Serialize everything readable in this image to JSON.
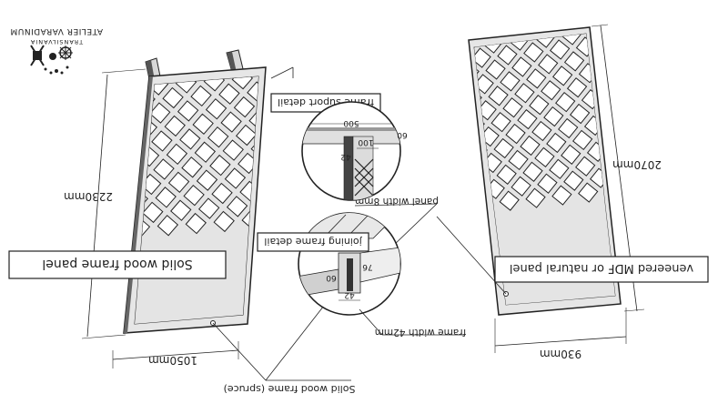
{
  "logo": {
    "name": "ATELIER VARADINUM",
    "subtitle": "TRANSILVANIA"
  },
  "left_panel": {
    "label": "Solid wood frame panel",
    "height_dim": "2230mm",
    "width_dim": "1050mm",
    "frame_callout": "Solid wood frame (spruce)"
  },
  "right_panel": {
    "label": "veneered MDF or natural panel",
    "height_dim": "2070mm",
    "width_dim": "930mm",
    "panel_width_note": "panel width 8mm"
  },
  "detail_support": {
    "label": "frame suport detail",
    "dim_500": "500",
    "dim_100": "100",
    "dim_60": "60",
    "dim_42": "42"
  },
  "detail_joining": {
    "label": "joining frame detail",
    "dim_60": "60",
    "dim_76": "76",
    "dim_42": "42",
    "frame_width_note": "frame width 42mm"
  },
  "colors": {
    "ink": "#222222",
    "wood_dark": "#555555",
    "wood_light": "#d8d8d8",
    "paper": "#ffffff"
  }
}
